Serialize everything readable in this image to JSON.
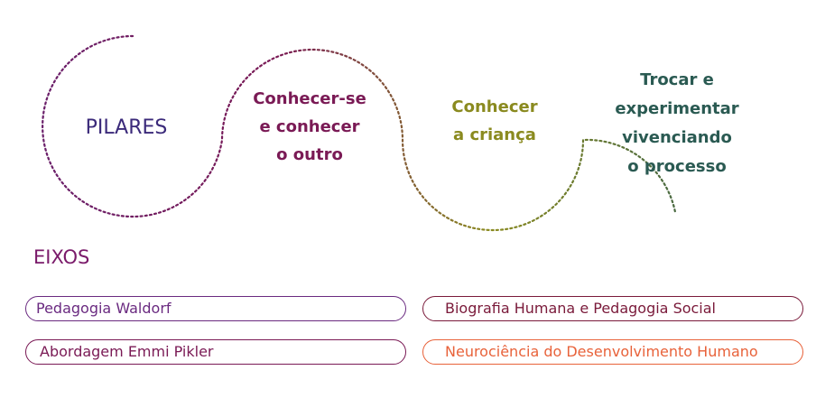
{
  "pilares": {
    "title": "PILARES",
    "items": [
      {
        "label": "Conhecer-se\ne conhecer\no outro",
        "color": "#7a1a55"
      },
      {
        "label": "Conhecer\na criança",
        "color": "#8a8a1f"
      },
      {
        "label": "Trocar e\nexperimentar\nvivenciando\no processo",
        "color": "#2a5a52"
      }
    ],
    "wave_colors": [
      "#6a1f6a",
      "#7a1a55",
      "#8a8a1f",
      "#2a5a52"
    ]
  },
  "eixos": {
    "title": "EIXOS",
    "items": [
      {
        "label": "Pedagogia Waldorf",
        "color": "#6a2a80"
      },
      {
        "label": "Biografia Humana e Pedagogia Social",
        "color": "#7a1a3a"
      },
      {
        "label": "Abordagem Emmi Pikler",
        "color": "#7a1a55"
      },
      {
        "label": "Neurociência do Desenvolvimento Humano",
        "color": "#e8623a"
      }
    ]
  }
}
